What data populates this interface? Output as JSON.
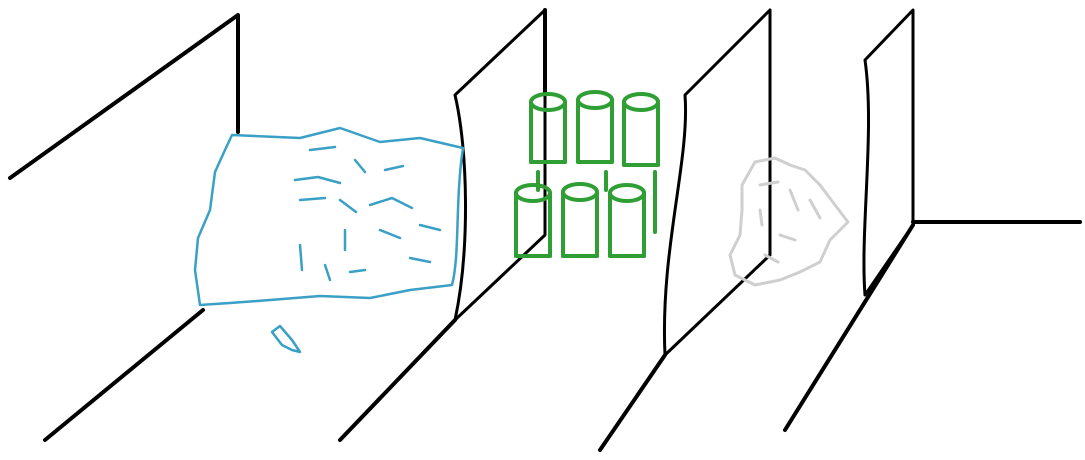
{
  "colors": {
    "background": "#ffffff",
    "walls": "#000000",
    "water": "#3aa0c6",
    "cans": "#2f9e34",
    "blob": "#cfcfcf"
  },
  "scene": {
    "description_items": [
      "wall",
      "wall",
      "wall",
      "wall",
      "water-sketch",
      "green-cans",
      "grey-blob"
    ]
  }
}
